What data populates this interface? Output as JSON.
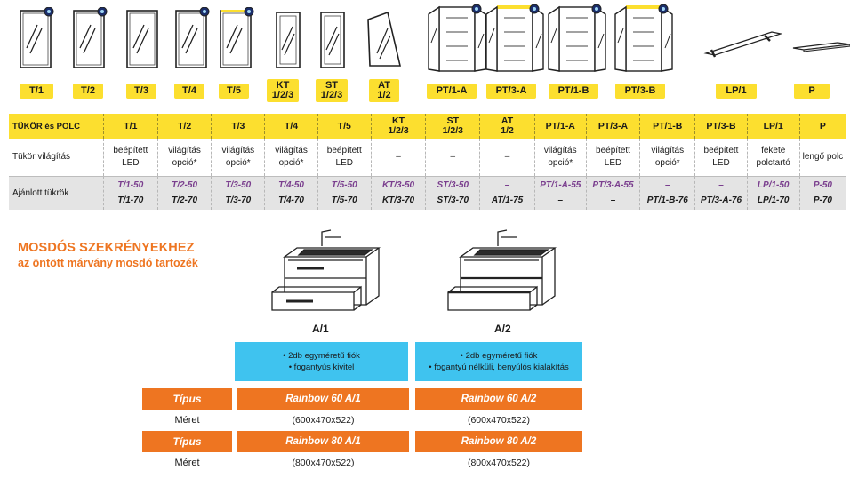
{
  "icon_labels": [
    {
      "lines": [
        "T/1"
      ]
    },
    {
      "lines": [
        "T/2"
      ]
    },
    {
      "lines": [
        "T/3"
      ]
    },
    {
      "lines": [
        "T/4"
      ]
    },
    {
      "lines": [
        "T/5"
      ]
    },
    {
      "lines": [
        "KT",
        "1/2/3"
      ]
    },
    {
      "lines": [
        "ST",
        "1/2/3"
      ]
    },
    {
      "lines": [
        "AT",
        "1/2"
      ]
    },
    {
      "lines": [
        "PT/1-A"
      ]
    },
    {
      "lines": [
        "PT/3-A"
      ]
    },
    {
      "lines": [
        "PT/1-B"
      ]
    },
    {
      "lines": [
        "PT/3-B"
      ]
    },
    {
      "lines": [
        "LP/1"
      ]
    },
    {
      "lines": [
        "P"
      ]
    }
  ],
  "spec_table": {
    "corner_header": "TÜKÖR és POLC",
    "headers": [
      [
        "T/1"
      ],
      [
        "T/2"
      ],
      [
        "T/3"
      ],
      [
        "T/4"
      ],
      [
        "T/5"
      ],
      [
        "KT",
        "1/2/3"
      ],
      [
        "ST",
        "1/2/3"
      ],
      [
        "AT",
        "1/2"
      ],
      [
        "PT/1-A"
      ],
      [
        "PT/3-A"
      ],
      [
        "PT/1-B"
      ],
      [
        "PT/3-B"
      ],
      [
        "LP/1"
      ],
      [
        "P"
      ]
    ],
    "lighting_label": "Tükör világítás",
    "lighting": [
      [
        "beépített",
        "LED"
      ],
      [
        "világítás",
        "opció*"
      ],
      [
        "világítás",
        "opció*"
      ],
      [
        "világítás",
        "opció*"
      ],
      [
        "beépített",
        "LED"
      ],
      [
        "–"
      ],
      [
        "–"
      ],
      [
        "–"
      ],
      [
        "világítás",
        "opció*"
      ],
      [
        "beépített",
        "LED"
      ],
      [
        "világítás",
        "opció*"
      ],
      [
        "beépített",
        "LED"
      ],
      [
        "fekete",
        "polctartó"
      ],
      [
        "lengő polc"
      ]
    ],
    "recommended_label": "Ajánlott tükrök",
    "recommended": [
      [
        "T/1-50",
        "T/1-70"
      ],
      [
        "T/2-50",
        "T/2-70"
      ],
      [
        "T/3-50",
        "T/3-70"
      ],
      [
        "T/4-50",
        "T/4-70"
      ],
      [
        "T/5-50",
        "T/5-70"
      ],
      [
        "KT/3-50",
        "KT/3-70"
      ],
      [
        "ST/3-50",
        "ST/3-70"
      ],
      [
        "–",
        "AT/1-75"
      ],
      [
        "PT/1-A-55",
        "–"
      ],
      [
        "PT/3-A-55",
        "–"
      ],
      [
        "–",
        "PT/1-B-76"
      ],
      [
        "–",
        "PT/3-A-76"
      ],
      [
        "LP/1-50",
        "LP/1-70"
      ],
      [
        "P-50",
        "P-70"
      ]
    ]
  },
  "section": {
    "title": "MOSDÓS SZEKRÉNYEKHEZ",
    "subtitle": "az öntött márvány mosdó tartozék"
  },
  "cabinets": [
    {
      "label": "A/1",
      "features": [
        "• 2db egyméretű fiók",
        "• fogantyús kivitel"
      ],
      "tipus_1": "Rainbow 60 A/1",
      "meret_1": "(600x470x522)",
      "tipus_2": "Rainbow 80 A/1",
      "meret_2": "(800x470x522)"
    },
    {
      "label": "A/2",
      "features": [
        "• 2db egyméretű fiók",
        "• fogantyú nélküli, benyúlós kialakítás"
      ],
      "tipus_1": "Rainbow 60 A/2",
      "meret_1": "(600x470x522)",
      "tipus_2": "Rainbow 80 A/2",
      "meret_2": "(800x470x522)"
    }
  ],
  "row_labels": {
    "tipus": "Típus",
    "meret": "Méret"
  },
  "colors": {
    "yellow": "#fcdf2f",
    "orange": "#ee7521",
    "blue": "#3fc3ef",
    "purple": "#7a3e8e",
    "gray_row": "#e4e4e4"
  }
}
